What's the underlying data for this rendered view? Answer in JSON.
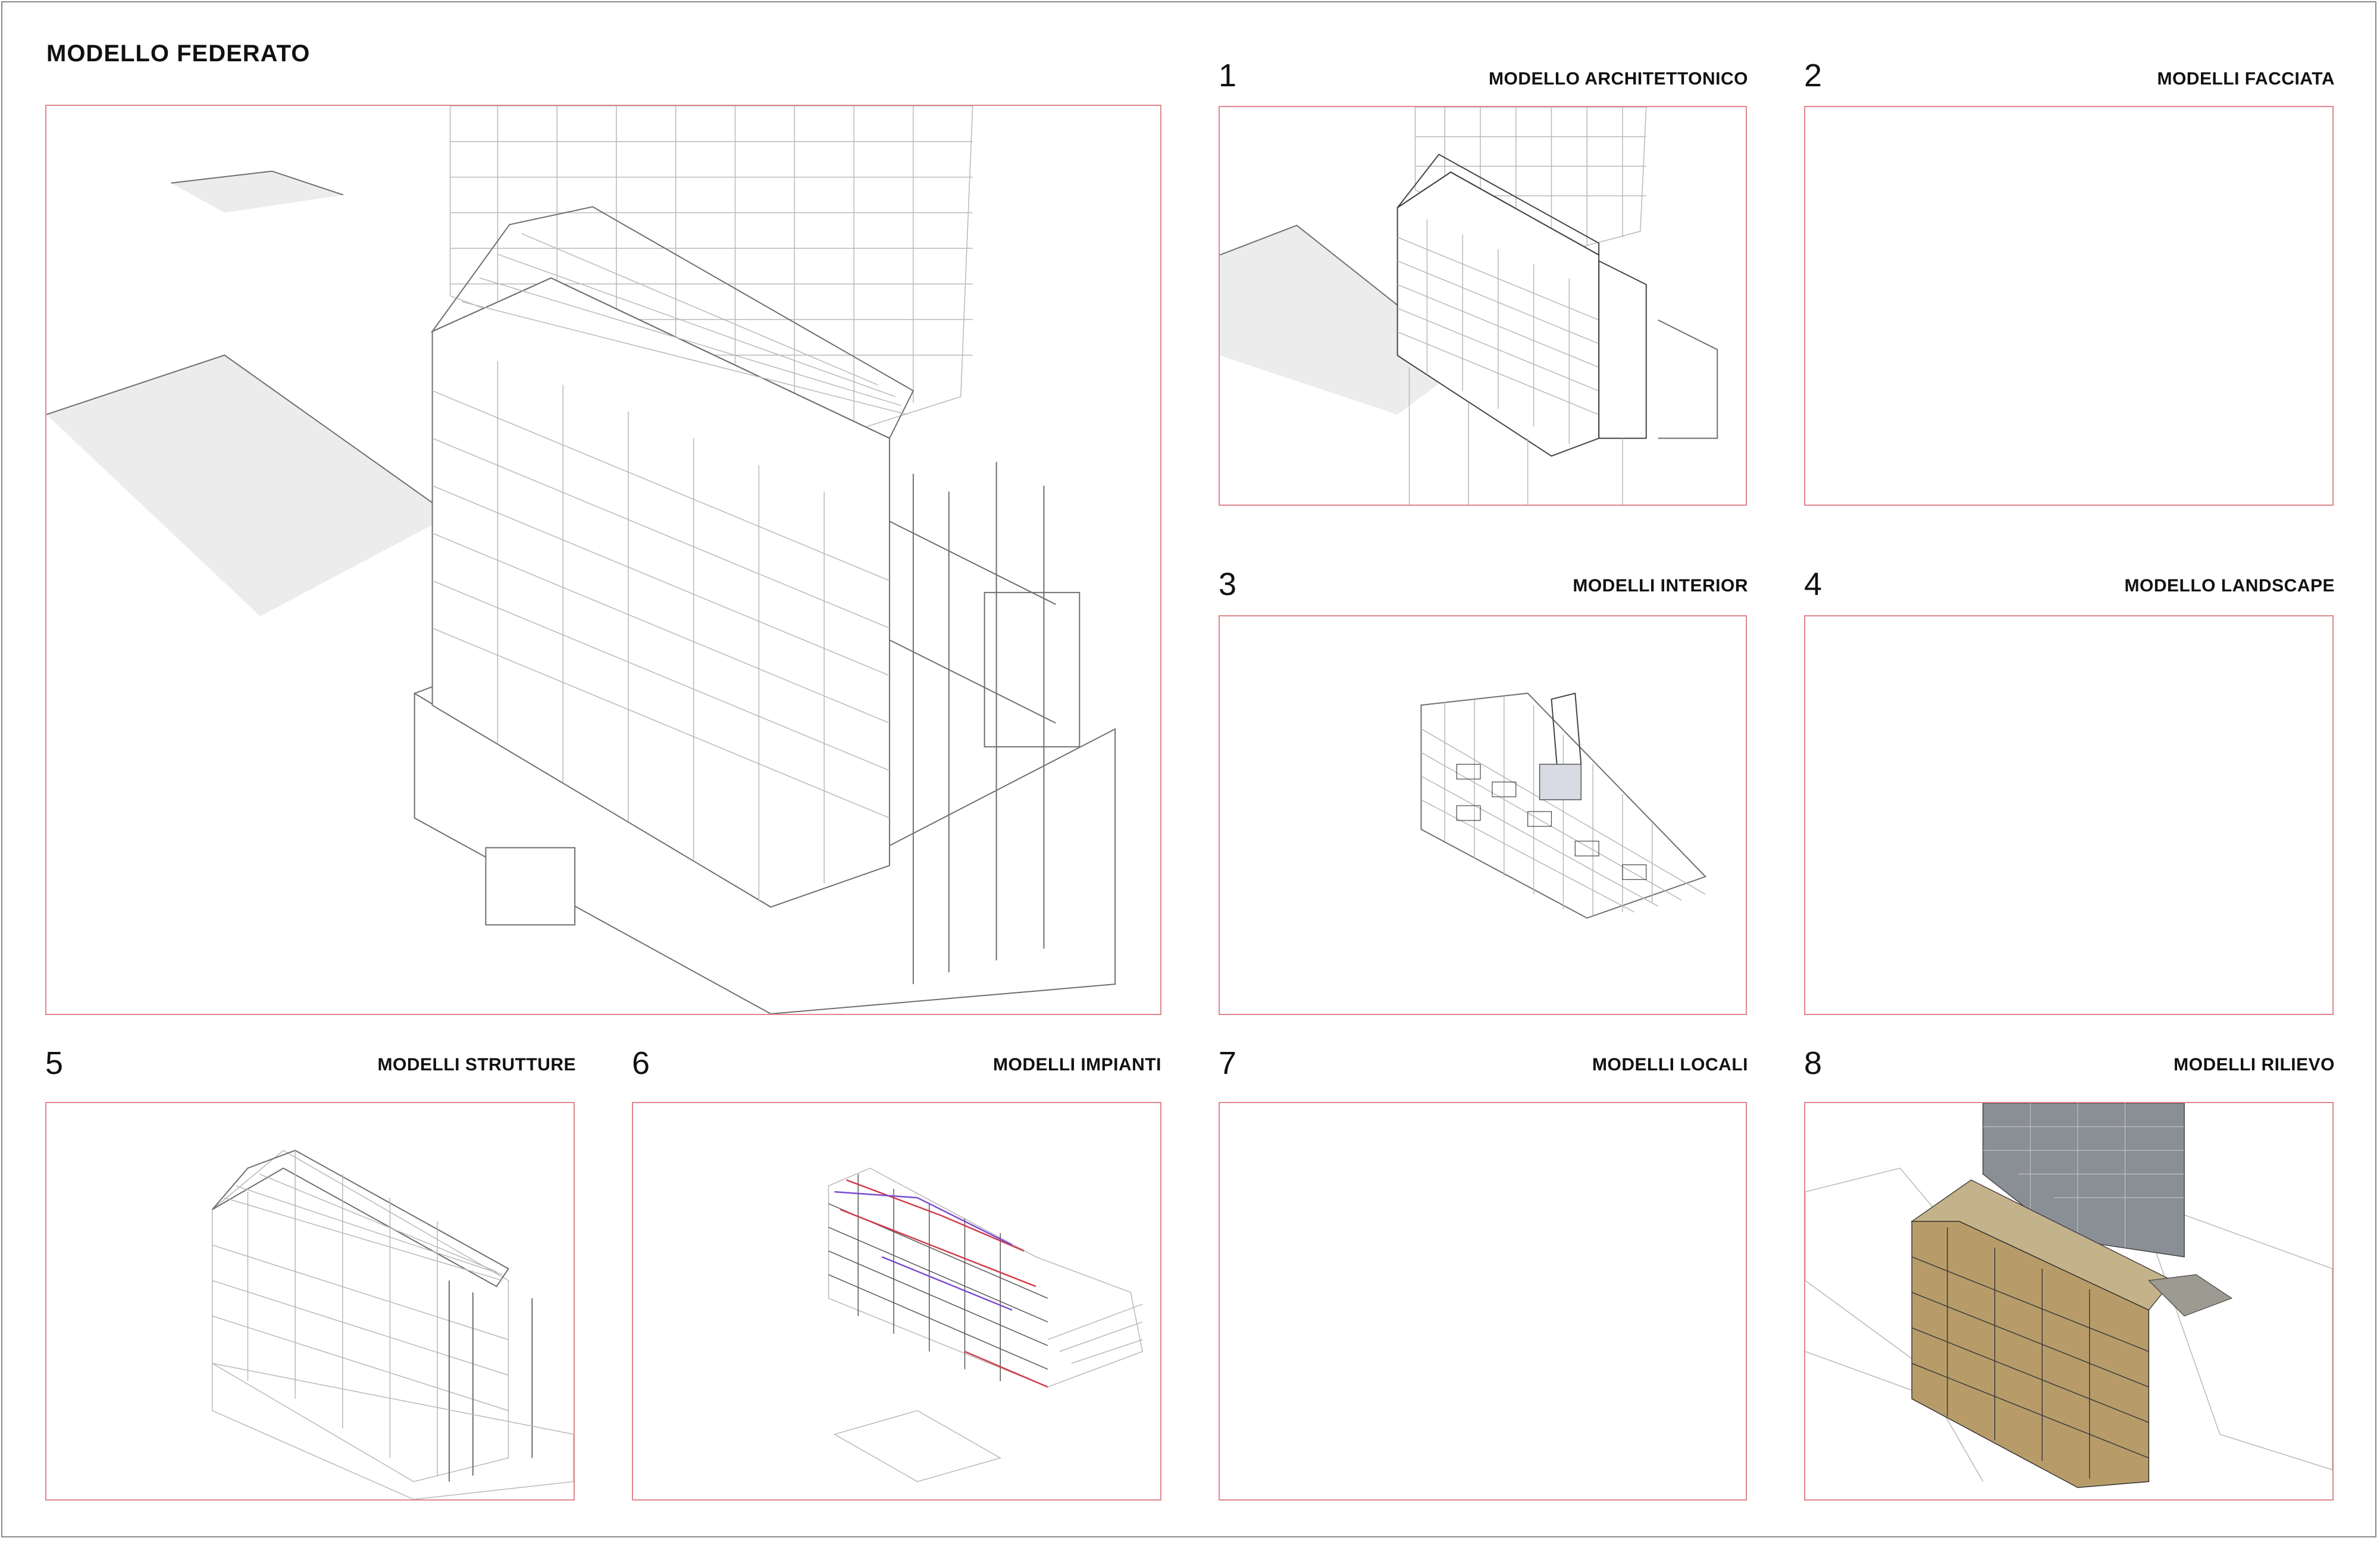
{
  "main": {
    "title": "MODELLO FEDERATO"
  },
  "panels": [
    {
      "number": "1",
      "title": "MODELLO ARCHITETTONICO"
    },
    {
      "number": "2",
      "title": "MODELLI FACCIATA"
    },
    {
      "number": "3",
      "title": "MODELLI INTERIOR"
    },
    {
      "number": "4",
      "title": "MODELLO LANDSCAPE"
    },
    {
      "number": "5",
      "title": "MODELLI STRUTTURE"
    },
    {
      "number": "6",
      "title": "MODELLI IMPIANTI"
    },
    {
      "number": "7",
      "title": "MODELLI LOCALI"
    },
    {
      "number": "8",
      "title": "MODELLI RILIEVO"
    }
  ],
  "colors": {
    "frame_border": "#e0868d",
    "line_drawing": "#6f6f6f",
    "mep_red": "#d23a4a",
    "mep_purple": "#7a4bd0",
    "survey_tan": "#b79c6a"
  }
}
